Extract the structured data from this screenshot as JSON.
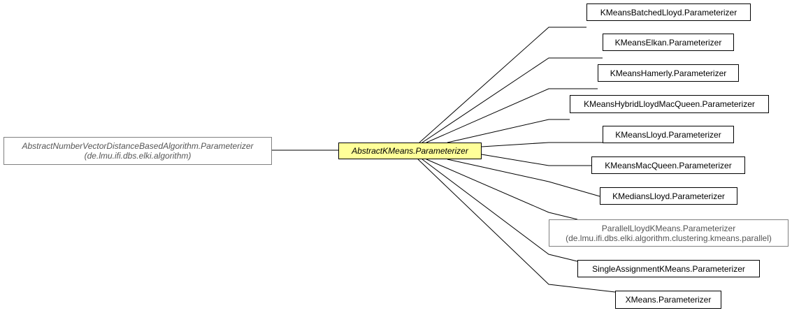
{
  "colors": {
    "focus_fill": "#ffff99",
    "external_border": "#808080",
    "edge": "#000000"
  },
  "parent": {
    "name": "AbstractNumberVectorDistanceBasedAlgorithm.Parameterizer",
    "package": "(de.lmu.ifi.dbs.elki.algorithm)"
  },
  "focus": {
    "name": "AbstractKMeans.Parameterizer"
  },
  "children": [
    {
      "name": "KMeansBatchedLloyd.Parameterizer"
    },
    {
      "name": "KMeansElkan.Parameterizer"
    },
    {
      "name": "KMeansHamerly.Parameterizer"
    },
    {
      "name": "KMeansHybridLloydMacQueen.Parameterizer"
    },
    {
      "name": "KMeansLloyd.Parameterizer"
    },
    {
      "name": "KMeansMacQueen.Parameterizer"
    },
    {
      "name": "KMediansLloyd.Parameterizer"
    },
    {
      "name": "ParallelLloydKMeans.Parameterizer",
      "package": "(de.lmu.ifi.dbs.elki.algorithm.clustering.kmeans.parallel)"
    },
    {
      "name": "SingleAssignmentKMeans.Parameterizer"
    },
    {
      "name": "XMeans.Parameterizer"
    }
  ]
}
